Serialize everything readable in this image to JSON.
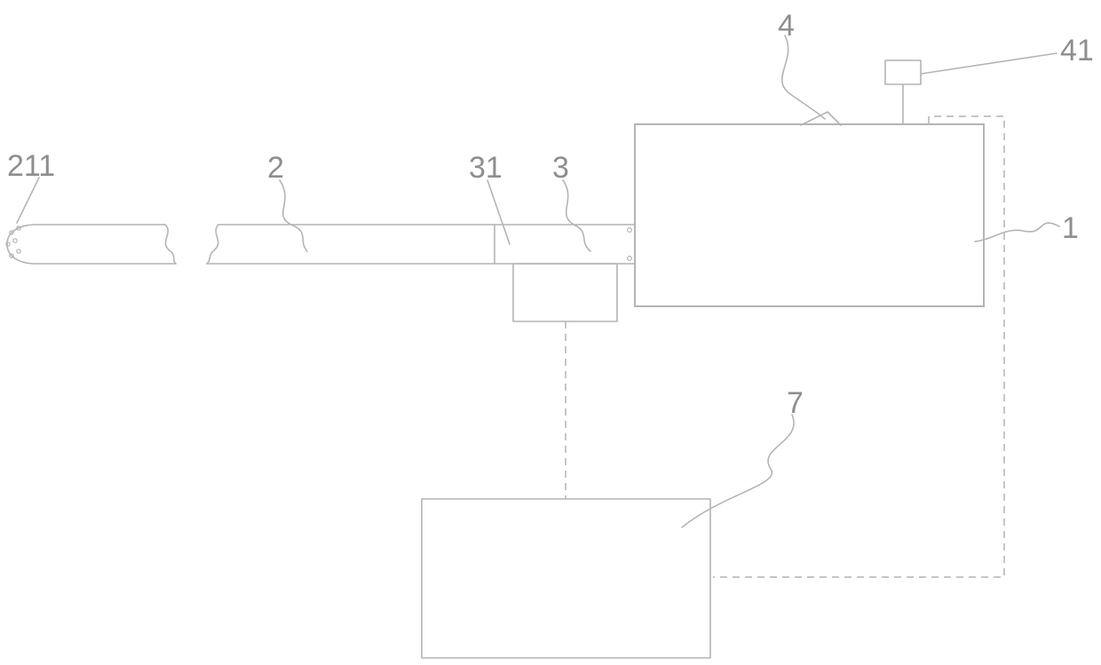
{
  "labels": {
    "part_211": "211",
    "part_2": "2",
    "part_31": "31",
    "part_3": "3",
    "part_4": "4",
    "part_41": "41",
    "part_1": "1",
    "part_7": "7"
  },
  "colors": {
    "line": "#b4b4b4",
    "label": "#8e8e8e",
    "background": "#ffffff"
  }
}
